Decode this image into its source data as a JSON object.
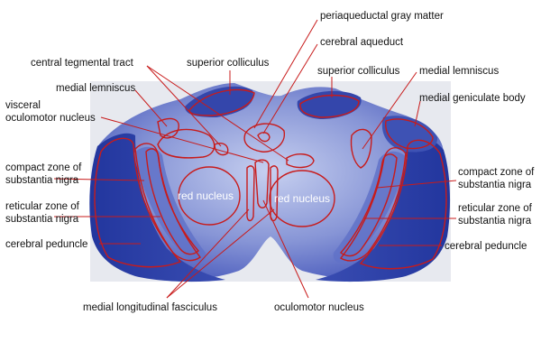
{
  "labels": {
    "periaqueductal": "periaqueductal gray matter",
    "cerebral_aqueduct": "cerebral aqueduct",
    "central_tegmental": "central tegmental tract",
    "superior_colliculus_left": "superior colliculus",
    "superior_colliculus_right": "superior colliculus",
    "medial_lemniscus_left": "medial lemniscus",
    "medial_lemniscus_right": "medial lemniscus",
    "medial_geniculate": "medial geniculate body",
    "visceral_oculomotor_1": "visceral",
    "visceral_oculomotor_2": "oculomotor nucleus",
    "compact_zone_left_1": "compact zone of",
    "compact_zone_left_2": "substantia nigra",
    "reticular_zone_left_1": "reticular zone of",
    "reticular_zone_left_2": "substantia nigra",
    "cerebral_peduncle_left": "cerebral peduncle",
    "compact_zone_right_1": "compact zone of",
    "compact_zone_right_2": "substantia nigra",
    "reticular_zone_right_1": "reticular zone of",
    "reticular_zone_right_2": "substantia nigra",
    "cerebral_peduncle_right": "cerebral peduncle",
    "red_nucleus_left": "red nucleus",
    "red_nucleus_right": "red nucleus",
    "medial_longitudinal": "medial longitudinal fasciculus",
    "oculomotor_nucleus": "oculomotor nucleus"
  },
  "colors": {
    "stain_dark": "#2b3fa6",
    "stain_mid": "#5b6cc6",
    "stain_light": "#a9b5e4",
    "background_panel": "#e6e8ee",
    "outline": "#c81b1b"
  }
}
